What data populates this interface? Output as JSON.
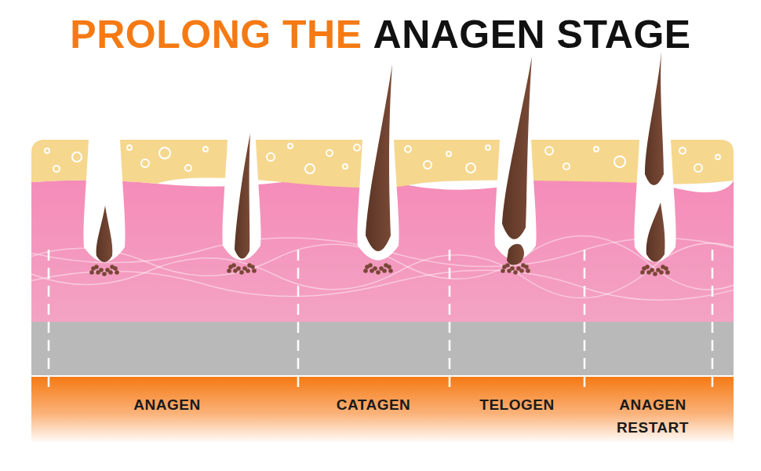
{
  "diagram": {
    "title": "PROLONG THE",
    "labels": [
      "ANAGEN STAGE",
      "ANAGEN",
      "CATAGEN",
      "TELOGEN",
      "ANAGEN RESTART"
    ]
  }
}
